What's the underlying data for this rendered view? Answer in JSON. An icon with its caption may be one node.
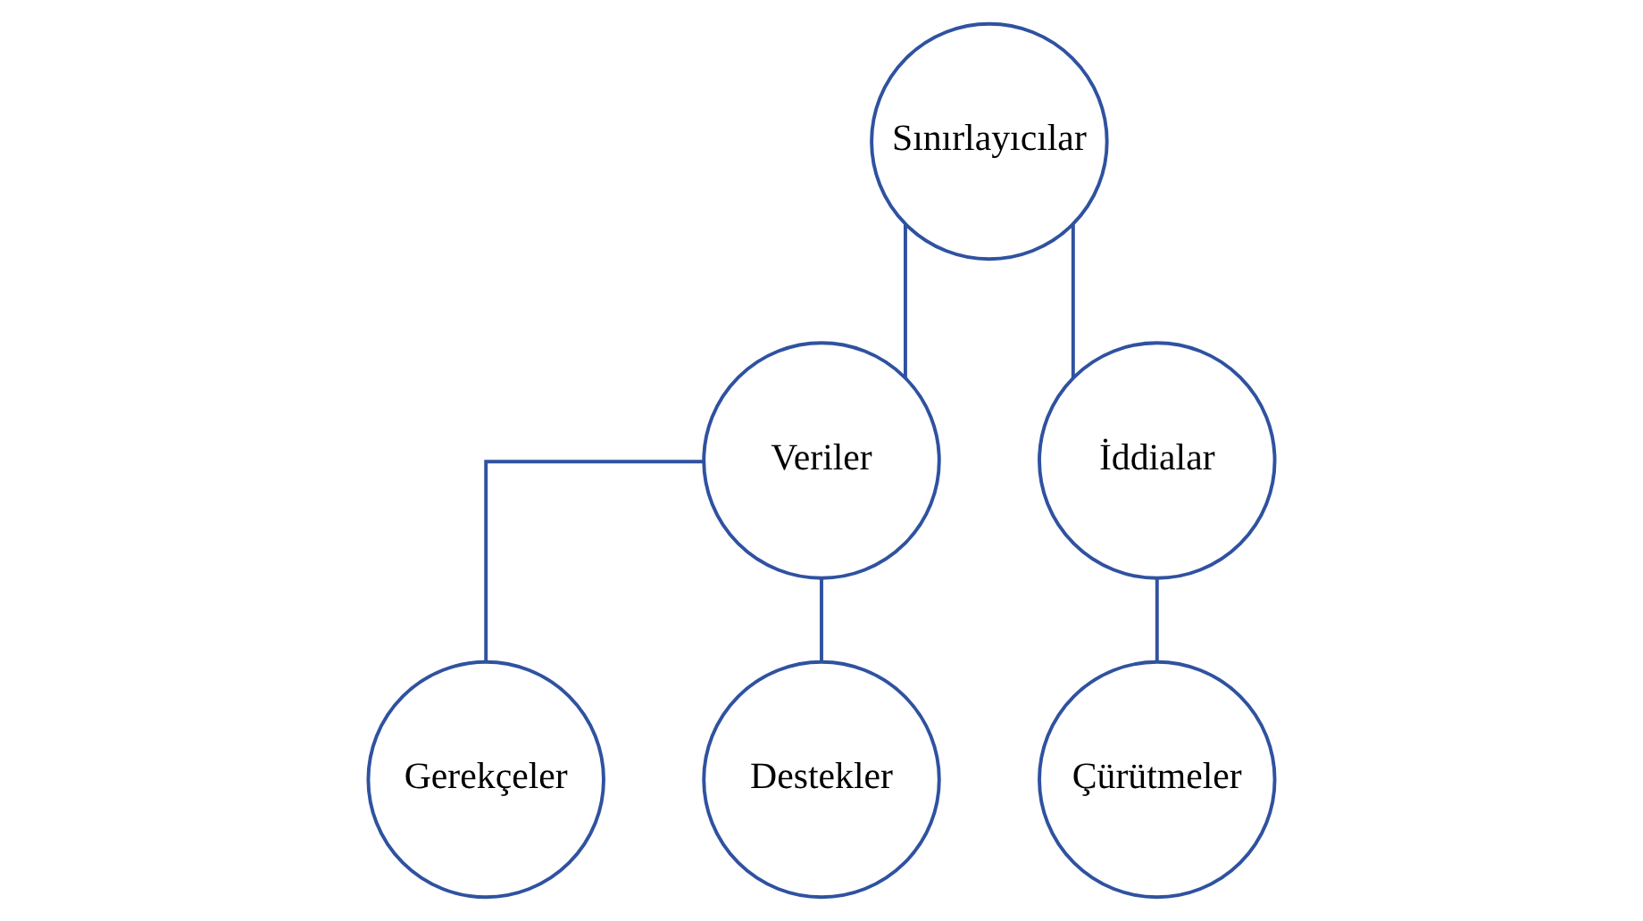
{
  "diagram": {
    "nodes": [
      {
        "text": [
          "Sınırlayıcılar"
        ]
      },
      {
        "text": [
          "Veriler"
        ]
      },
      {
        "text": [
          "İddialar"
        ]
      },
      {
        "text": [
          "Gerekçeler"
        ]
      },
      {
        "text": [
          "Destekler"
        ]
      },
      {
        "text": [
          "Çürütmeler"
        ]
      }
    ],
    "edges": [
      {
        "from": 0,
        "to": 1,
        "arrow": "none"
      },
      {
        "from": 0,
        "to": 2,
        "arrow": "none"
      },
      {
        "from": 1,
        "to": 3,
        "arrow": "none"
      },
      {
        "from": 1,
        "to": 4,
        "arrow": "none"
      },
      {
        "from": 2,
        "to": 5,
        "arrow": "none"
      }
    ]
  }
}
